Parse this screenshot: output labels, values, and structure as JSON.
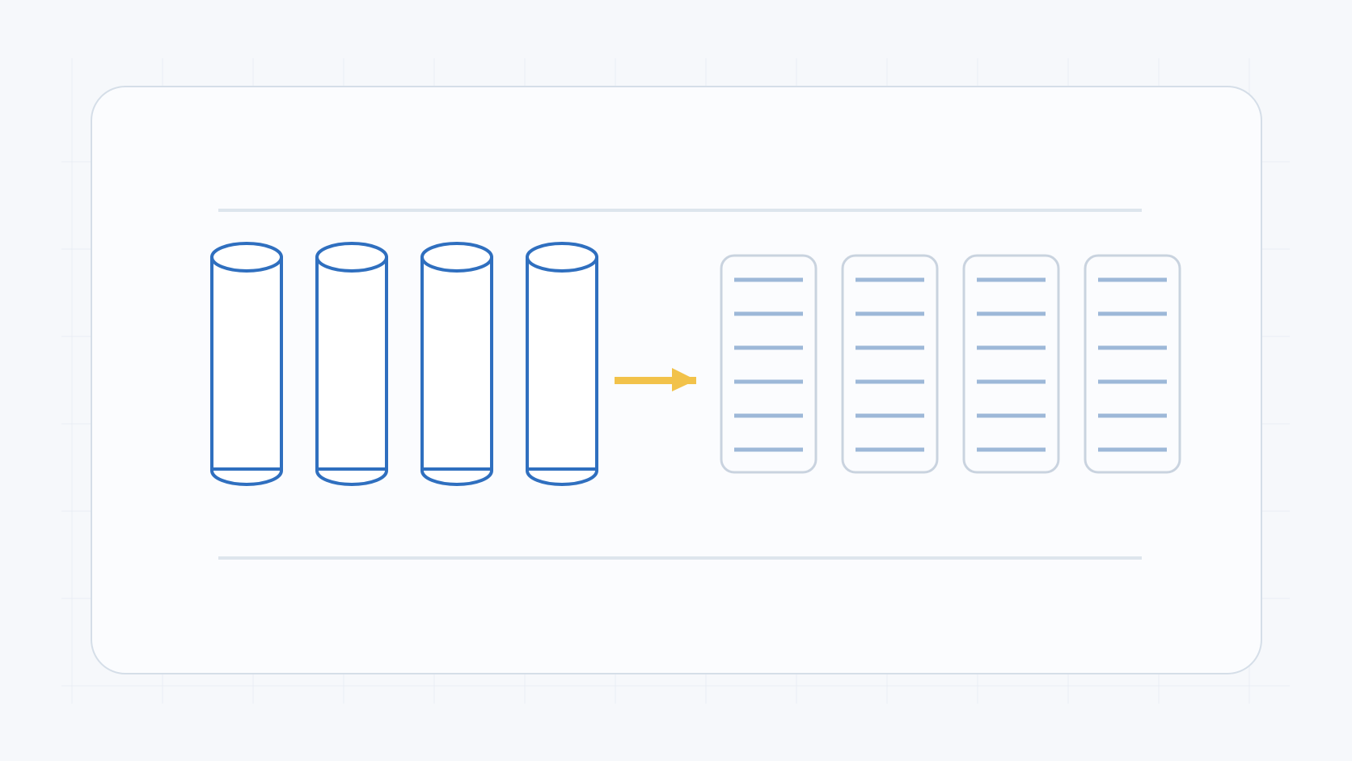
{
  "diagram": {
    "cylinder_count": 4,
    "stack_count": 4,
    "lines_per_stack": 6,
    "colors": {
      "page_background": "#f6f8fb",
      "grid": "#e9eef4",
      "card_background": "#fbfcfe",
      "card_border": "#d5dee8",
      "rule": "#dde5ed",
      "cylinder_stroke": "#2f6fbf",
      "cylinder_fill": "#ffffff",
      "arrow": "#f2c24a",
      "stack_border": "#c9d3df",
      "stack_line": "#9db8d8"
    }
  }
}
